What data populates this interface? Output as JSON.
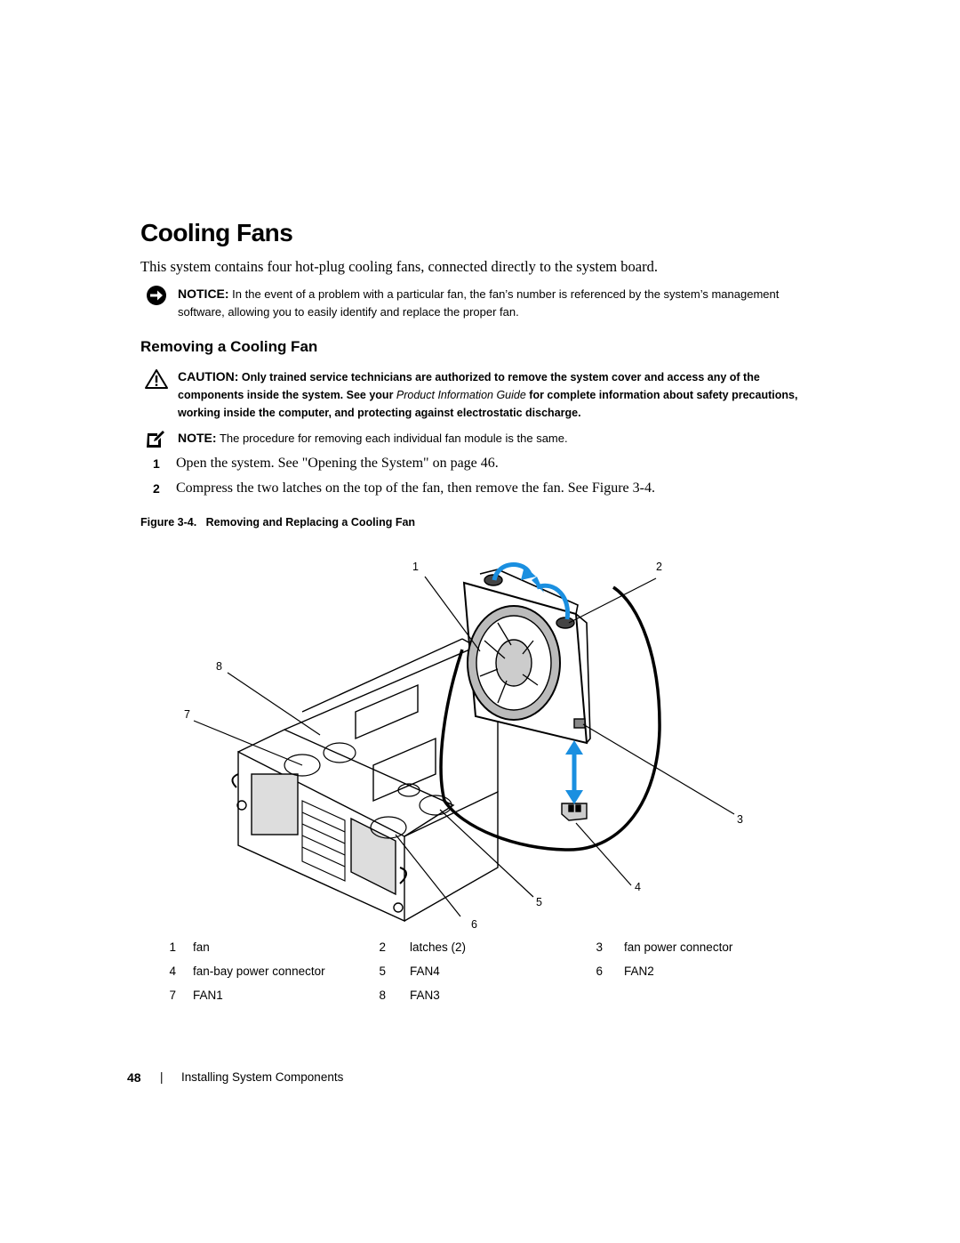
{
  "title": "Cooling Fans",
  "intro": "This system contains four hot-plug cooling fans, connected directly to the system board.",
  "notice": {
    "label": "NOTICE:",
    "text": " In the event of a problem with a particular fan, the fan’s number is referenced by the system’s management software, allowing you to easily identify and replace the proper fan."
  },
  "section_title": "Removing a Cooling Fan",
  "caution": {
    "label": "CAUTION:",
    "text_before": " Only trained service technicians are authorized to remove the system cover and access any of the components inside the system. See your ",
    "guide": "Product Information Guide",
    "text_after": " for complete information about safety precautions, working inside the computer, and protecting against electrostatic discharge."
  },
  "note": {
    "label": "NOTE:",
    "text": " The procedure for removing each individual fan module is the same."
  },
  "steps": [
    {
      "num": "1",
      "text": "Open the system. See \"Opening the System\" on page 46."
    },
    {
      "num": "2",
      "text": "Compress the two latches on the top of the fan, then remove the fan. See Figure 3-4."
    }
  ],
  "figure_caption": "Figure 3-4.   Removing and Replacing a Cooling Fan",
  "callouts": [
    "1",
    "2",
    "3",
    "4",
    "5",
    "6",
    "7",
    "8"
  ],
  "legend": [
    {
      "num": "1",
      "label": "fan"
    },
    {
      "num": "2",
      "label": "latches (2)"
    },
    {
      "num": "3",
      "label": "fan power connector"
    },
    {
      "num": "4",
      "label": "fan-bay power connector"
    },
    {
      "num": "5",
      "label": "FAN4"
    },
    {
      "num": "6",
      "label": "FAN2"
    },
    {
      "num": "7",
      "label": "FAN1"
    },
    {
      "num": "8",
      "label": "FAN3"
    }
  ],
  "footer": {
    "page_number": "48",
    "separator": "|",
    "chapter": "Installing System Components"
  },
  "colors": {
    "arrow": "#1a8fe0"
  },
  "icons": {
    "notice": "notice-icon",
    "caution": "caution-triangle-icon",
    "note": "note-pencil-icon"
  }
}
